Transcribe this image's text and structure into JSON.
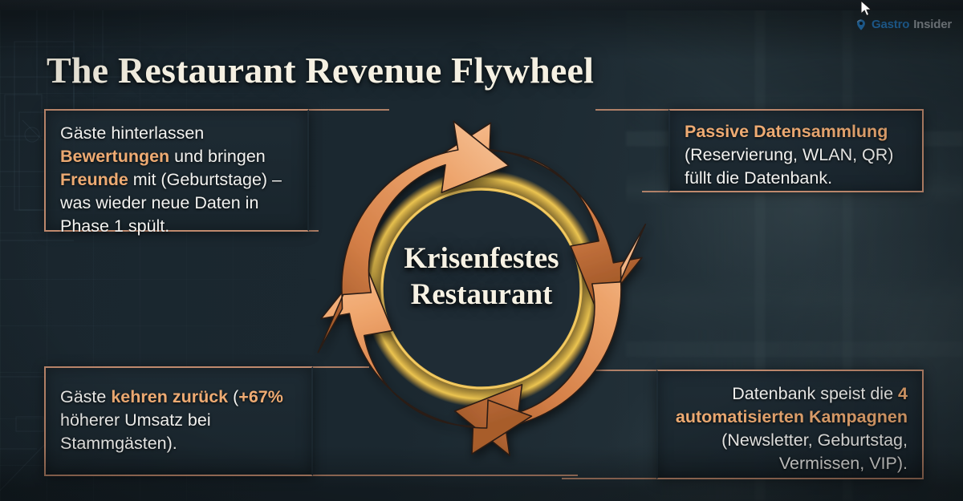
{
  "meta": {
    "title": "The Restaurant Revenue Flywheel"
  },
  "brand": {
    "icon": "location-pin-icon",
    "name_primary": "Gastro",
    "name_secondary": "Insider"
  },
  "cursor": {
    "icon": "mouse-pointer-icon"
  },
  "hub": {
    "line1": "Krisenfestes",
    "line2": "Restaurant"
  },
  "colors": {
    "background": "#1c2931",
    "box_border": "#c08a6e",
    "highlight_text": "#eeab73",
    "body_text": "#f2f2f0",
    "title_text": "#f5f0e2",
    "arrow_light": "#f0ad7c",
    "arrow_mid": "#d98a50",
    "arrow_dark": "#a55f2e",
    "ring_glow": "#f5c147",
    "brand_blue": "#2d8fe0"
  },
  "callouts": [
    {
      "id": "top-left",
      "position": "top-left",
      "align": "left",
      "segments": [
        {
          "text": "Gäste hinterlassen ",
          "highlight": false
        },
        {
          "text": "Bewertungen",
          "highlight": true
        },
        {
          "text": " und bringen ",
          "highlight": false
        },
        {
          "text": "Freunde",
          "highlight": true
        },
        {
          "text": " mit (Geburtstage) – was wieder neue Daten in Phase 1 spült.",
          "highlight": false
        }
      ],
      "plain_text": "Gäste hinterlassen Bewertungen und bringen Freunde mit (Geburtstage) – was wieder neue Daten in Phase 1 spült."
    },
    {
      "id": "top-right",
      "position": "top-right",
      "align": "left",
      "segments": [
        {
          "text": "Passive Datensammlung",
          "highlight": true
        },
        {
          "text": " (Reservierung, WLAN, QR) füllt die Datenbank.",
          "highlight": false
        }
      ],
      "plain_text": "Passive Datensammlung (Reservierung, WLAN, QR) füllt die Datenbank."
    },
    {
      "id": "bottom-left",
      "position": "bottom-left",
      "align": "left",
      "segments": [
        {
          "text": "Gäste ",
          "highlight": false
        },
        {
          "text": "kehren zurück",
          "highlight": true
        },
        {
          "text": " (",
          "highlight": false
        },
        {
          "text": "+67%",
          "highlight": true
        },
        {
          "text": " höherer Umsatz bei Stammgästen).",
          "highlight": false
        }
      ],
      "plain_text": "Gäste kehren zurück (+67% höherer Umsatz bei Stammgästen)."
    },
    {
      "id": "bottom-right",
      "position": "bottom-right",
      "align": "right",
      "segments": [
        {
          "text": "Datenbank speist die ",
          "highlight": false
        },
        {
          "text": "4 automatisierten Kampagnen",
          "highlight": true
        },
        {
          "text": " (Newsletter, Geburtstag, Vermissen, VIP).",
          "highlight": false
        }
      ],
      "plain_text": "Datenbank speist die 4 automatisierten Kampagnen (Newsletter, Geburtstag, Vermissen, VIP)."
    }
  ],
  "flywheel": {
    "direction": "clockwise",
    "segment_count": 4,
    "segments": [
      {
        "name": "arrow-top-right",
        "start_angle": -82,
        "end_angle": 6
      },
      {
        "name": "arrow-bottom-right",
        "start_angle": 8,
        "end_angle": 96
      },
      {
        "name": "arrow-bottom-left",
        "start_angle": 98,
        "end_angle": 186
      },
      {
        "name": "arrow-top-left",
        "start_angle": 188,
        "end_angle": 276
      }
    ]
  }
}
